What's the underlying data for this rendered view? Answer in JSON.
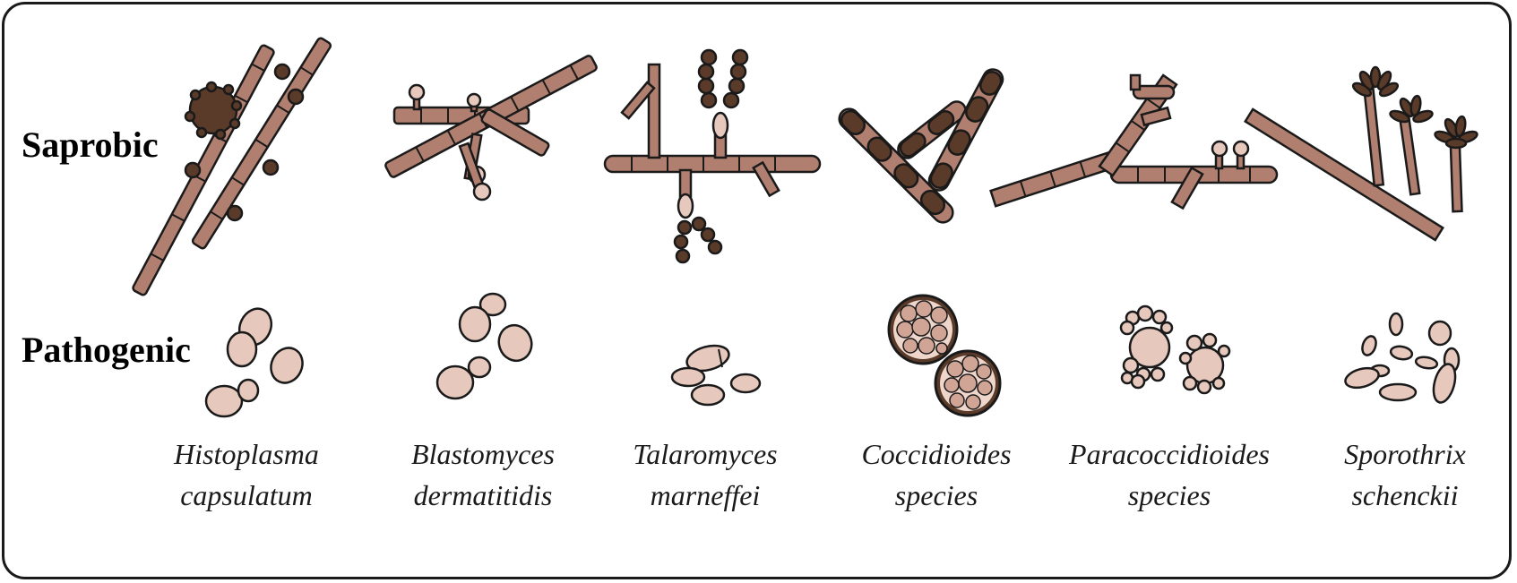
{
  "rows": {
    "saprobic": "Saprobic",
    "pathogenic": "Pathogenic"
  },
  "species": [
    {
      "genus": "Histoplasma",
      "epithet": "capsulatum"
    },
    {
      "genus": "Blastomyces",
      "epithet": "dermatitidis"
    },
    {
      "genus": "Talaromyces",
      "epithet": "marneffei"
    },
    {
      "genus": "Coccidioides",
      "epithet": "species"
    },
    {
      "genus": "Paracoccidioides",
      "epithet": "species"
    },
    {
      "genus": "Sporothrix",
      "epithet": "schenckii"
    }
  ],
  "colors": {
    "hyphae": "#b07f70",
    "dark_conidia": "#5a3a28",
    "yeast": "#e6c8bc",
    "outline": "#1a1a1a"
  }
}
